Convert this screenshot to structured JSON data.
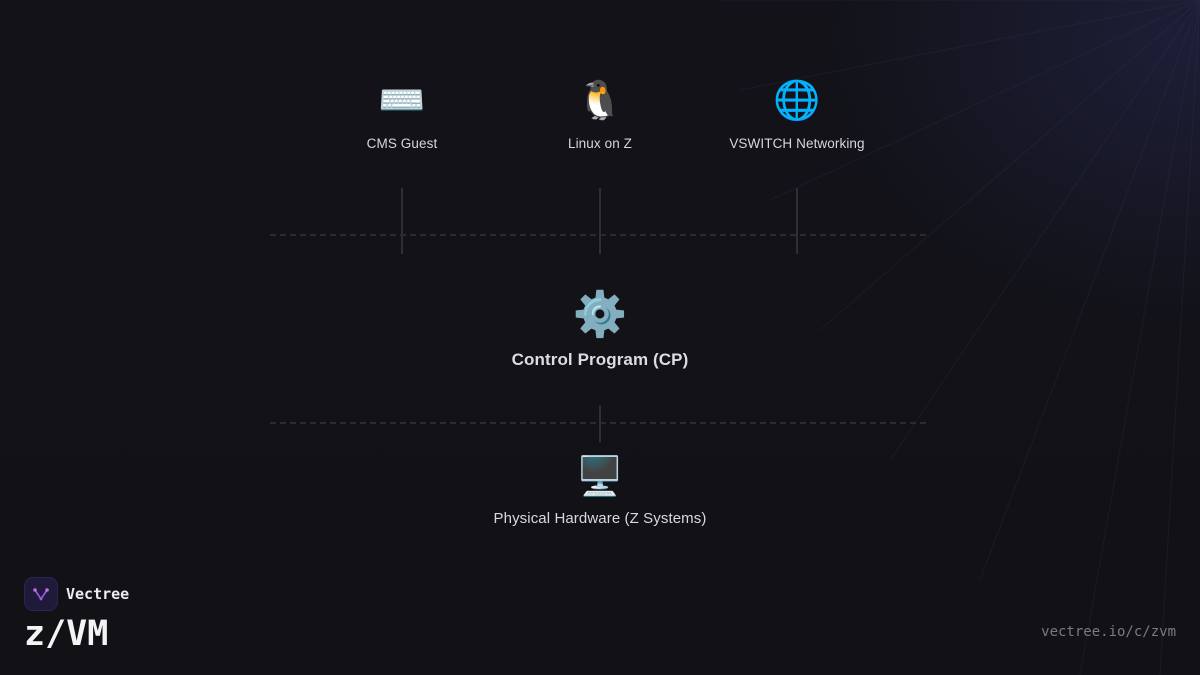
{
  "nodes_top": [
    {
      "emoji": "⌨️",
      "label": "CMS Guest"
    },
    {
      "emoji": "🐧",
      "label": "Linux on Z"
    },
    {
      "emoji": "🌐",
      "label": "VSWITCH Networking"
    }
  ],
  "control_program": {
    "emoji": "⚙️",
    "label": "Control Program (CP)"
  },
  "hardware": {
    "emoji": "🖥️",
    "label": "Physical Hardware (Z Systems)"
  },
  "brand": {
    "logo_icon": "vectree-logo-icon",
    "name": "Vectree",
    "product": "z/VM",
    "url": "vectree.io/c/zvm"
  },
  "colors": {
    "background": "#111116",
    "logo_bg": "#1f1a3a",
    "logo_accent": "#b14fd6"
  }
}
